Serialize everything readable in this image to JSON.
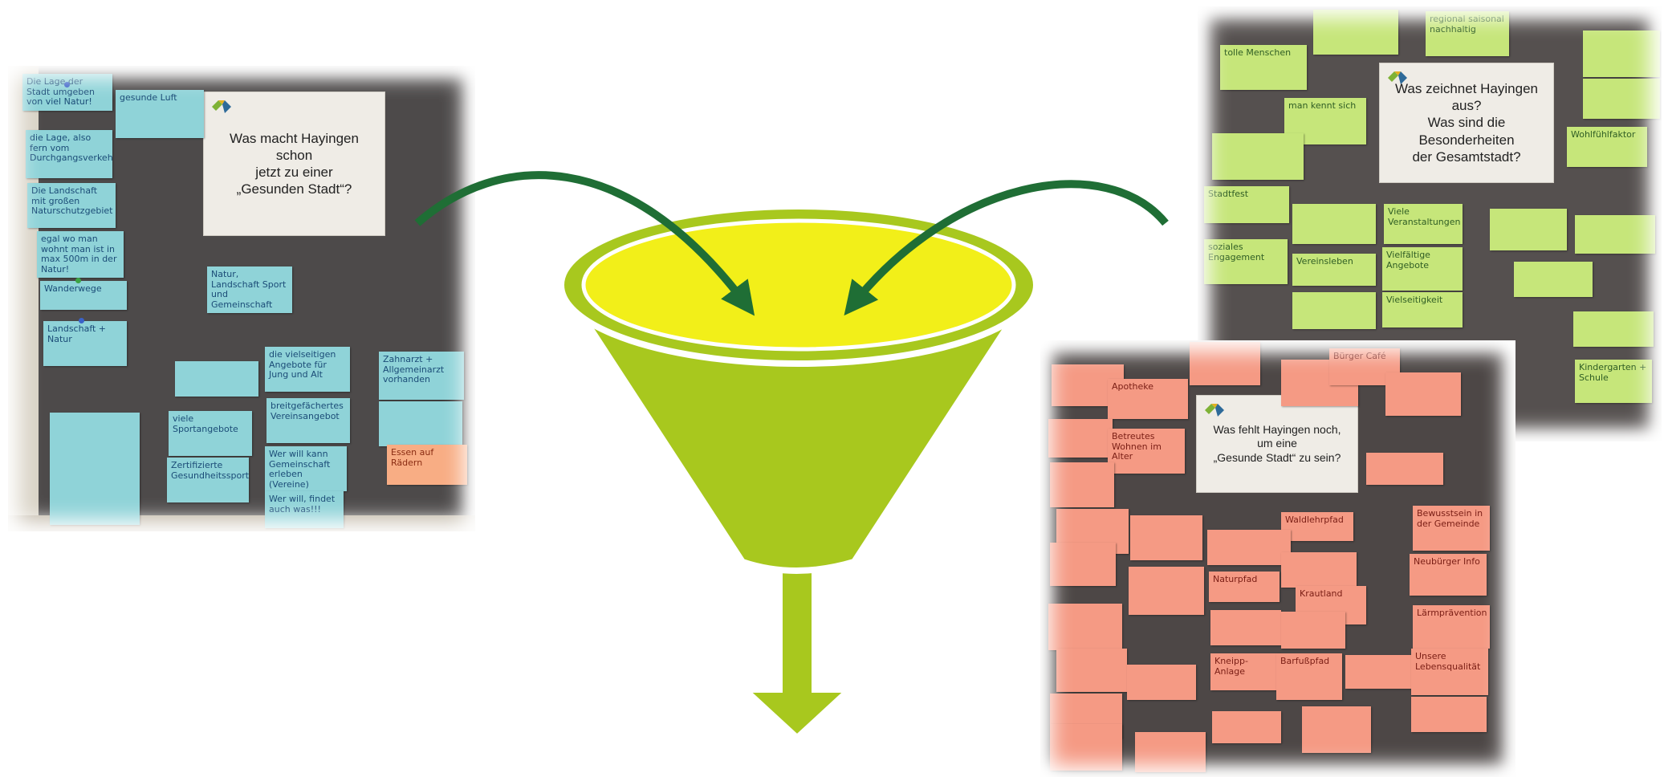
{
  "left_board": {
    "question": [
      "Was macht Hayingen schon",
      "jetzt zu einer",
      "„Gesunden Stadt“?"
    ],
    "notes": [
      "Die Lage der Stadt umgeben von viel Natur!",
      "gesunde Luft",
      "die Lage, also fern vom Durchgangsverkehr",
      "Die Landschaft mit großen Naturschutzgebiet",
      "egal wo man wohnt man ist in max 500m in der Natur!",
      "Wanderwege",
      "Landschaft + Natur",
      "Natur, Landschaft Sport und Gemeinschaft",
      "die vielseitigen Angebote für Jung und Alt",
      "Zahnarzt + Allgemeinarzt vorhanden",
      "viele Sportangebote",
      "breitgefächertes Vereinsangebot",
      "Zertifizierte Gesundheitssportangebote",
      "Wer will kann Gemeinschaft erleben (Vereine)",
      "Wer will, findet auch was!!!",
      "Essen auf Rädern"
    ]
  },
  "right_top_board": {
    "question": [
      "Was zeichnet Hayingen aus?",
      "Was sind die Besonderheiten",
      "der Gesamtstadt?"
    ],
    "notes": [
      "tolle Menschen",
      "man kennt sich",
      "regional saisonal nachhaltig",
      "Stadtfest",
      "soziales Engagement",
      "Vereinsleben",
      "Vielfältige Angebote",
      "Vielseitigkeit",
      "Viele Veranstaltungen",
      "Wohlfühlfaktor",
      "Kindergarten + Schule"
    ]
  },
  "right_bottom_board": {
    "question": [
      "Was fehlt Hayingen noch,",
      "um eine",
      "„Gesunde Stadt“ zu sein?"
    ],
    "notes": [
      "Apotheke",
      "Betreutes Wohnen im Alter",
      "Bürger Café",
      "Waldlehrpfad",
      "Naturpfad",
      "Krautland",
      "Kneipp-Anlage",
      "Barfußpfad",
      "Lärmprävention",
      "Bewusstsein in der Gemeinde",
      "Neubürger Info",
      "Unsere Lebensqualität"
    ]
  },
  "colors": {
    "funnel_fill": "#a8c81e",
    "funnel_top": "#f2ef19",
    "arrow_dark": "#1f6e35"
  }
}
